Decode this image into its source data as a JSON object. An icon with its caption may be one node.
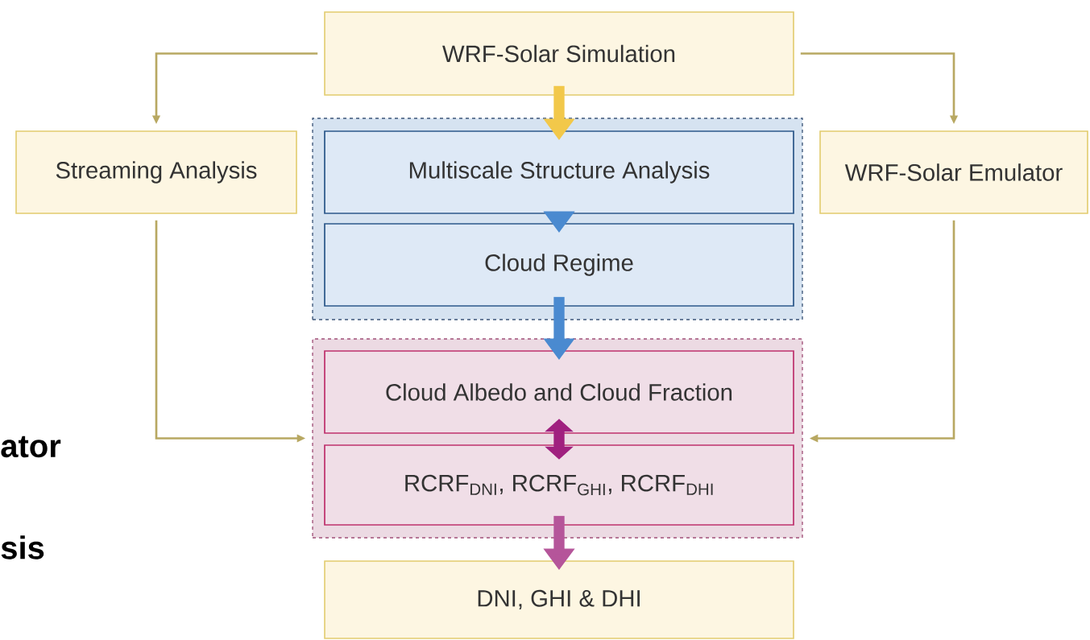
{
  "diagram": {
    "nodes": [
      {
        "text": [
          "WRF-Solar Simulation"
        ]
      },
      {
        "text": [
          "Streaming Analysis"
        ]
      },
      {
        "text": [],
        "shape": "box"
      },
      {
        "text": [
          "Multiscale Structure Analysis"
        ],
        "in": 2
      },
      {
        "text": [
          "Cloud Regime"
        ],
        "in": 2
      },
      {
        "text": [
          "WRF-Solar Emulator"
        ]
      },
      {
        "text": [],
        "shape": "box"
      },
      {
        "text": [
          "Cloud Albedo and Cloud Fraction"
        ],
        "in": 6
      },
      {
        "text": [
          "RCRF$_{DNI}$, RCRF$_{GHI}$, RCRF$_{DHI}$"
        ],
        "in": 6
      },
      {
        "text": [
          "DNI, GHI & DHI"
        ]
      }
    ],
    "edges": [
      {
        "from": 0,
        "to": 1,
        "arrow": "to",
        "color": "#b8a862"
      },
      {
        "from": 0,
        "to": 5,
        "arrow": "to",
        "color": "#b8a862"
      },
      {
        "from": 0,
        "to": 3,
        "arrow": "to",
        "style": "thick",
        "color": "#f2c84a"
      },
      {
        "from": 3,
        "to": 4,
        "arrow": "to",
        "style": "thick",
        "color": "#4a8ad0"
      },
      {
        "from": 4,
        "to": 7,
        "arrow": "to",
        "style": "thick",
        "color": "#4a8ad0"
      },
      {
        "from": 7,
        "to": 8,
        "arrow": "both",
        "style": "thick",
        "color": "#a0207f"
      },
      {
        "from": 8,
        "to": 9,
        "arrow": "to",
        "style": "thick",
        "color": "#b5559a"
      },
      {
        "from": 1,
        "to": 6,
        "arrow": "to",
        "color": "#b8a862"
      },
      {
        "from": 5,
        "to": 6,
        "arrow": "to",
        "color": "#b8a862"
      }
    ],
    "labels": [
      "ator",
      "sis"
    ]
  }
}
